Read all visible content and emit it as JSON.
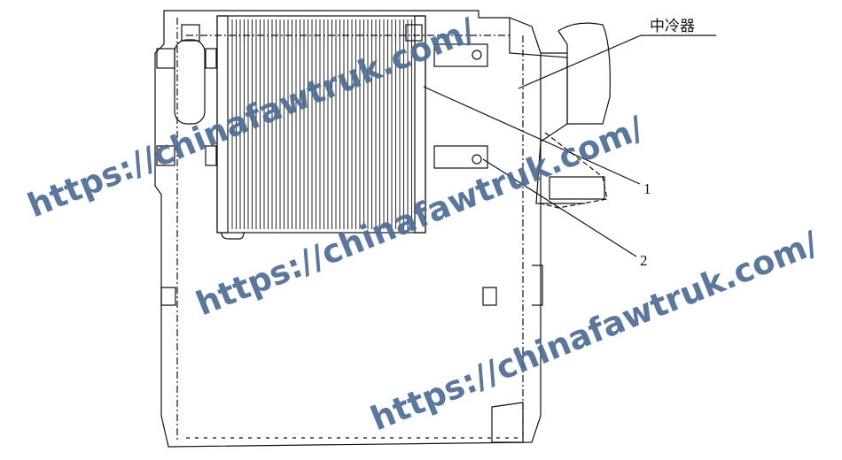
{
  "diagram": {
    "labels": {
      "intercooler": "中冷器",
      "part1": "1",
      "part2": "2"
    },
    "watermarks": [
      "https://chinafawtruk.com/",
      "https://chinafawtruk.com/",
      "https://chinafawtruk.com/"
    ],
    "colors": {
      "line": "#111111",
      "watermark": "#4d6b93"
    }
  }
}
